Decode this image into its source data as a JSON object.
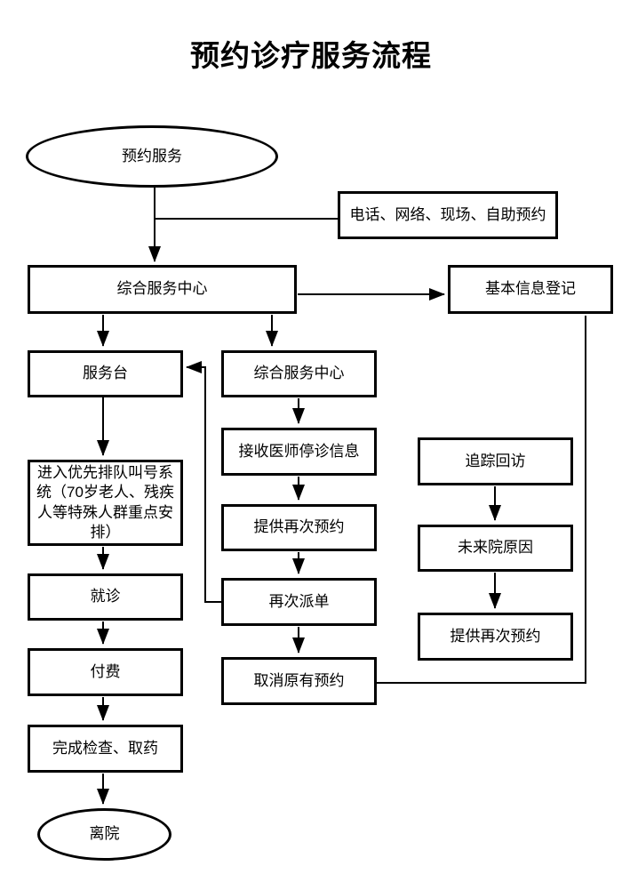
{
  "title": "预约诊疗服务流程",
  "nodes": {
    "start": "预约服务",
    "booking_methods": "电话、网络、现场、自助预约",
    "service_center_top": "综合服务中心",
    "basic_info_registration": "基本信息登记",
    "service_desk": "服务台",
    "priority_queue": "进入优先排队叫号系统（70岁老人、残疾人等特殊人群重点安排）",
    "consultation": "就诊",
    "payment": "付费",
    "complete_exam_medicine": "完成检查、取药",
    "leave_hospital": "离院",
    "service_center_mid": "综合服务中心",
    "receive_stop_notice": "接收医师停诊信息",
    "offer_rebooking_mid": "提供再次预约",
    "redispatch": "再次派单",
    "cancel_original_booking": "取消原有预约",
    "follow_up": "追踪回访",
    "no_visit_reason": "未来院原因",
    "offer_rebooking_right": "提供再次预约"
  },
  "edges": [
    {
      "from": "预约服务",
      "to": "综合服务中心",
      "arrow": true
    },
    {
      "from": "预约服务-连线",
      "to": "电话、网络、现场、自助预约",
      "arrow": false
    },
    {
      "from": "综合服务中心",
      "to": "基本信息登记",
      "arrow": true
    },
    {
      "from": "综合服务中心",
      "to": "服务台",
      "arrow": true
    },
    {
      "from": "综合服务中心",
      "to": "综合服务中心(中)",
      "arrow": true
    },
    {
      "from": "服务台",
      "to": "进入优先排队叫号系统（70岁老人、残疾人等特殊人群重点安排）",
      "arrow": true
    },
    {
      "from": "进入优先排队叫号系统（70岁老人、残疾人等特殊人群重点安排）",
      "to": "就诊",
      "arrow": true
    },
    {
      "from": "就诊",
      "to": "付费",
      "arrow": true
    },
    {
      "from": "付费",
      "to": "完成检查、取药",
      "arrow": true
    },
    {
      "from": "完成检查、取药",
      "to": "离院",
      "arrow": true
    },
    {
      "from": "综合服务中心(中)",
      "to": "接收医师停诊信息",
      "arrow": true
    },
    {
      "from": "接收医师停诊信息",
      "to": "提供再次预约",
      "arrow": true
    },
    {
      "from": "提供再次预约",
      "to": "再次派单",
      "arrow": true
    },
    {
      "from": "再次派单",
      "to": "取消原有预约",
      "arrow": true
    },
    {
      "from": "再次派单",
      "to": "服务台",
      "arrow": true
    },
    {
      "from": "取消原有预约",
      "to": "基本信息登记",
      "arrow": false
    },
    {
      "from": "追踪回访",
      "to": "未来院原因",
      "arrow": true
    },
    {
      "from": "未来院原因",
      "to": "提供再次预约",
      "arrow": true
    }
  ],
  "colors": {
    "stroke": "#000000",
    "node_fill": "#ffffff",
    "background": "#ffffff",
    "text": "#000000"
  }
}
